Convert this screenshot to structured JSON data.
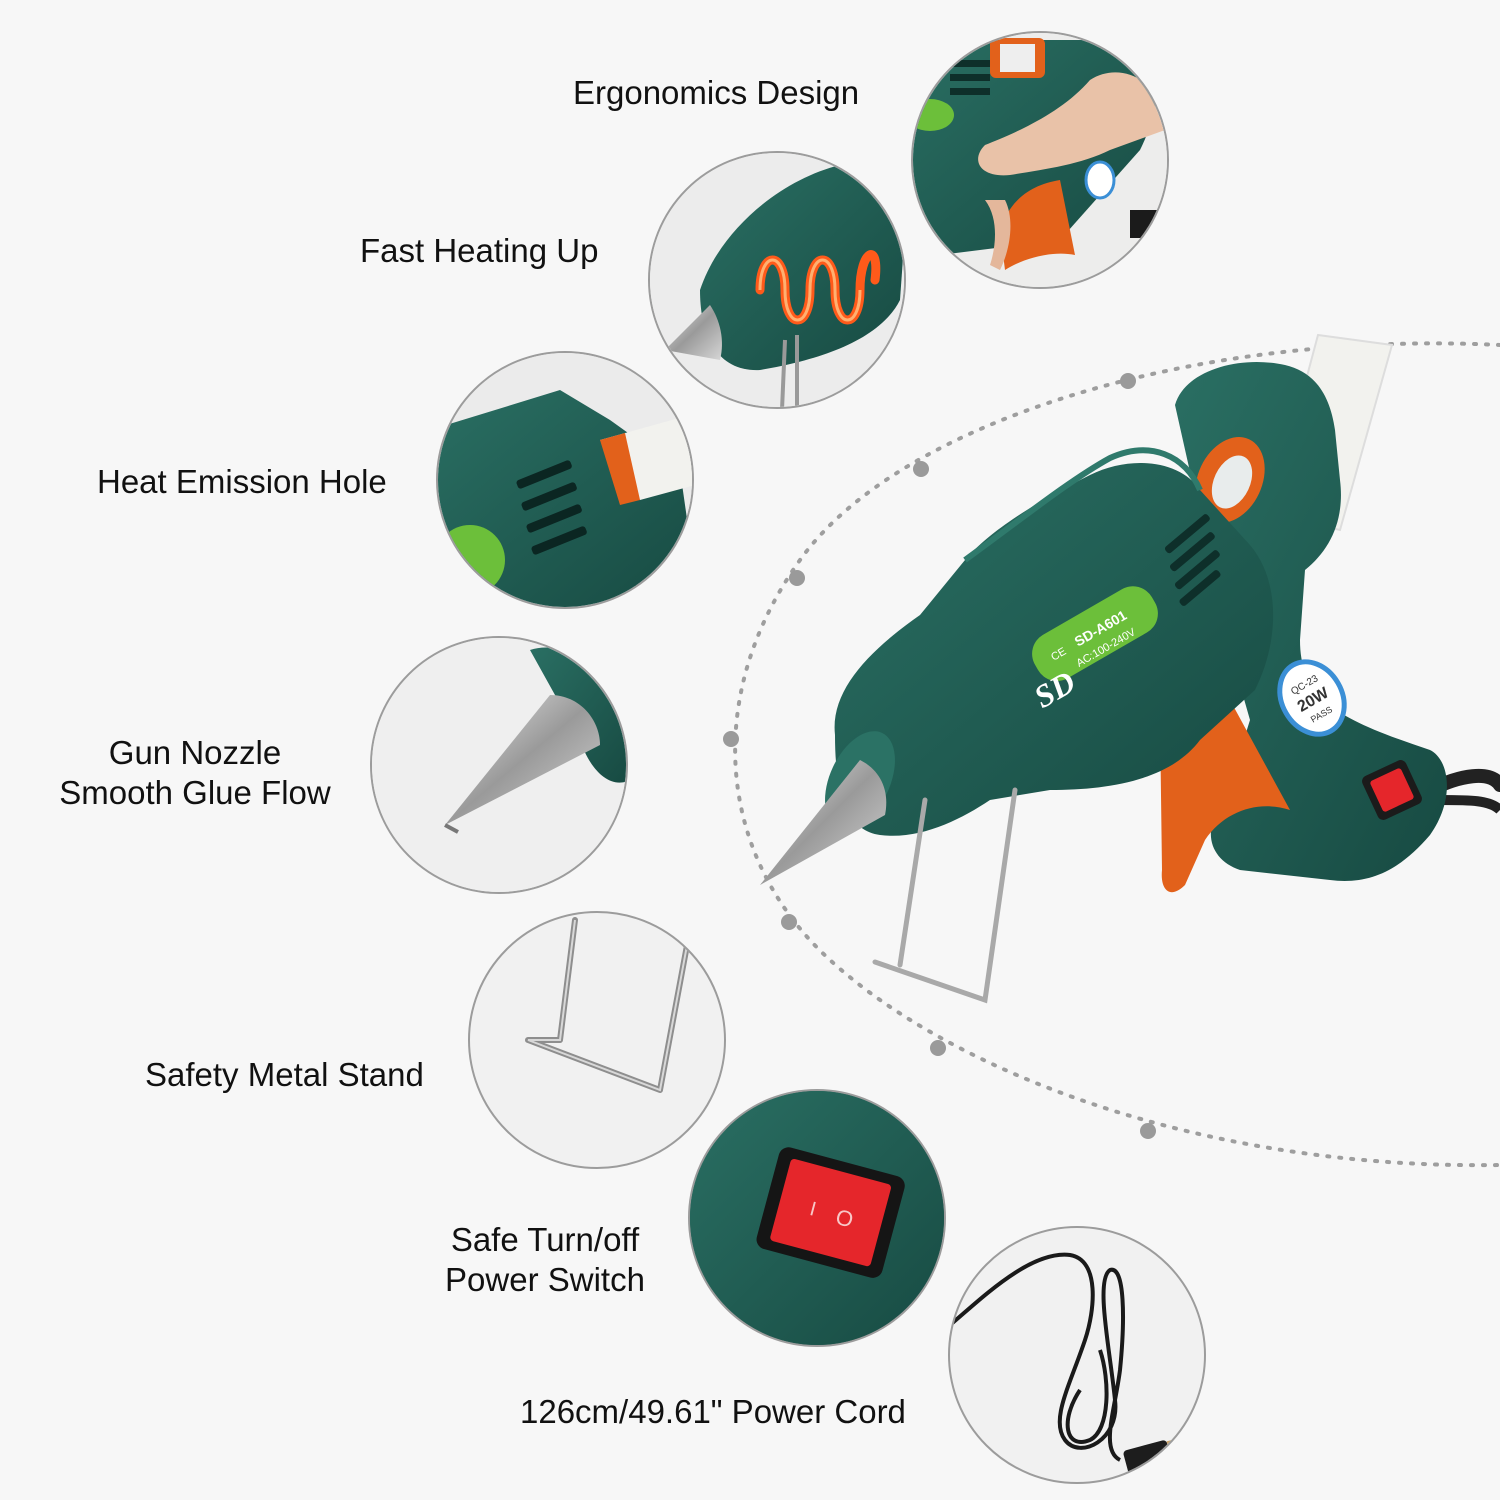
{
  "features": {
    "ergonomics": {
      "label": "Ergonomics Design"
    },
    "heating": {
      "label": "Fast Heating Up"
    },
    "emission": {
      "label": "Heat Emission Hole"
    },
    "nozzle": {
      "line1": "Gun Nozzle",
      "line2": "Smooth Glue Flow"
    },
    "stand": {
      "label": "Safety Metal Stand"
    },
    "switch": {
      "line1": "Safe Turn/off",
      "line2": "Power Switch"
    },
    "cord": {
      "label": "126cm/49.61\" Power Cord"
    }
  },
  "product": {
    "model_text": "SD-A601",
    "voltage_text": "AC:100-240V",
    "brand_text": "SD",
    "wattage_text": "20W",
    "wattage_sub": "QC-23",
    "pass_text": "PASS",
    "ce_text": "CE",
    "switch_off_symbol": "O",
    "switch_on_symbol": "I"
  },
  "colors": {
    "body_green": "#1f5f55",
    "body_dark": "#174a42",
    "trigger_orange": "#e2611b",
    "switch_red": "#e5262b",
    "label_green": "#6cbf3a",
    "metal": "#b9b9b9"
  }
}
